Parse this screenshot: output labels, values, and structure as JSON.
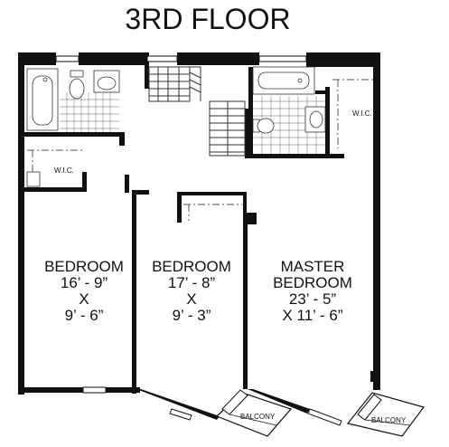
{
  "title": "3RD FLOOR",
  "rooms": {
    "bedroom_left": {
      "name": "BEDROOM",
      "dim1": "16’ - 9”",
      "x": "X",
      "dim2": "9’ - 6”"
    },
    "bedroom_middle": {
      "name": "BEDROOM",
      "dim1": "17’ - 8”",
      "x": "X",
      "dim2": "9’ - 3”"
    },
    "master": {
      "name1": "MASTER",
      "name2": "BEDROOM",
      "dim1": "23’ - 5”",
      "dim2": "X 11’ - 6”"
    }
  },
  "labels": {
    "wic_left": "W.I.C.",
    "wic_right": "W.I.C.",
    "balcony_left": "BALCONY",
    "balcony_right": "BALCONY"
  }
}
